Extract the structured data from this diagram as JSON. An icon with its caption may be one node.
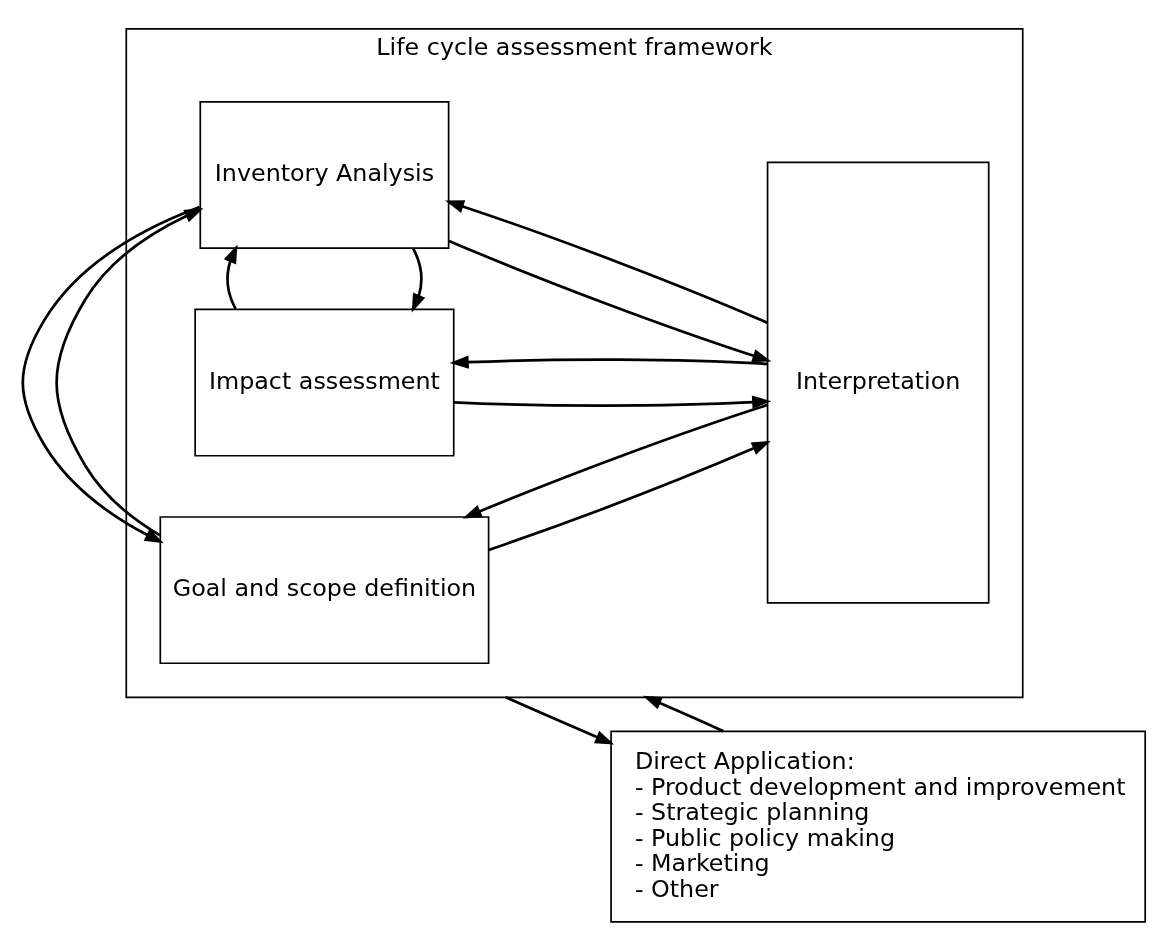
{
  "diagram": {
    "nodes": [
      {
        "text": [
          "Life cycle assessment framework"
        ]
      },
      {
        "text": [
          "Goal and scope definition"
        ],
        "in": 0
      },
      {
        "text": [
          "Inventory Analysis"
        ],
        "in": 0
      },
      {
        "text": [
          "Impact assessment"
        ],
        "in": 0
      },
      {
        "text": [
          "Interpretation"
        ],
        "in": 0
      },
      {
        "text": [
          "Direct Application:",
          "- Product development and improvement",
          "- Strategic planning",
          "- Public policy making",
          "- Marketing",
          "- Other"
        ]
      }
    ],
    "edges": [
      {
        "from": 1,
        "to": 4,
        "arrow": "to"
      },
      {
        "from": 4,
        "to": 1,
        "arrow": "to"
      },
      {
        "from": 1,
        "to": 2,
        "arrow": "to"
      },
      {
        "from": 2,
        "to": 1,
        "arrow": "to"
      },
      {
        "from": 2,
        "to": 4,
        "arrow": "to"
      },
      {
        "from": 4,
        "to": 2,
        "arrow": "to"
      },
      {
        "from": 2,
        "to": 3,
        "arrow": "to"
      },
      {
        "from": 3,
        "to": 2,
        "arrow": "to"
      },
      {
        "from": 3,
        "to": 4,
        "arrow": "to"
      },
      {
        "from": 4,
        "to": 3,
        "arrow": "to"
      },
      {
        "from": 0,
        "to": 5,
        "arrow": "to"
      },
      {
        "from": 5,
        "to": 0,
        "arrow": "to"
      }
    ]
  }
}
